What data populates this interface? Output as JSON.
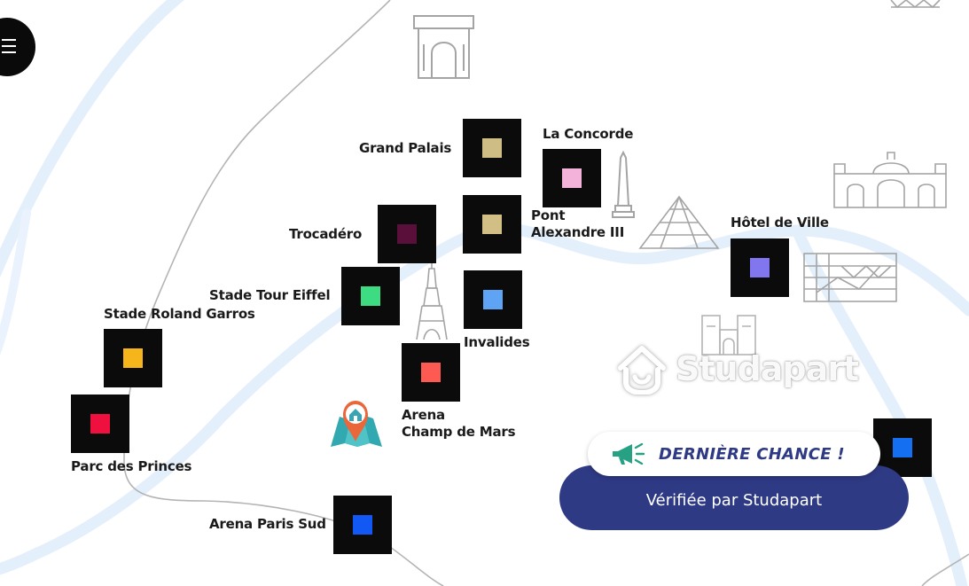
{
  "map": {
    "watermark": "Studapart",
    "menu_icon": "hamburger-menu-icon",
    "pin_icon": "house-map-pin-icon",
    "river_color": "#e3eefb",
    "road_color": "#b0b0b0",
    "landmark_color": "#9a9a9a"
  },
  "landmarks": [
    "arc-de-triomphe-icon",
    "obelisk-icon",
    "louvre-pyramid-icon",
    "gare-building-icon",
    "hotel-de-ville-building-icon",
    "eiffel-tower-icon",
    "notre-dame-icon"
  ],
  "venues": [
    {
      "label": "Grand Palais",
      "color": "#cfbd86"
    },
    {
      "label": "La Concorde",
      "color": "#f3b2d9"
    },
    {
      "label": "Pont\nAlexandre III",
      "color": "#d1bf86"
    },
    {
      "label": "Trocadéro",
      "color": "#5a0f3a"
    },
    {
      "label": "Hôtel de Ville",
      "color": "#8176ee"
    },
    {
      "label": "Stade Tour Eiffel",
      "color": "#3ddc82"
    },
    {
      "label": "Invalides",
      "color": "#5fa3f4"
    },
    {
      "label": "Stade Roland Garros",
      "color": "#f6b61b"
    },
    {
      "label": "Arena\nChamp de Mars",
      "color": "#ff5a52"
    },
    {
      "label": "Parc des Princes",
      "color": "#f0103f"
    },
    {
      "label": "Arena Paris Sud",
      "color": "#1258f4"
    },
    {
      "label": "",
      "color": "#1470f0"
    }
  ],
  "promo": {
    "badge_text": "DERNIÈRE CHANCE !",
    "badge_icon": "megaphone-icon",
    "button_text": "Vérifiée par Studapart",
    "accent": "#2f3a85",
    "badge_icon_color": "#27a184"
  }
}
